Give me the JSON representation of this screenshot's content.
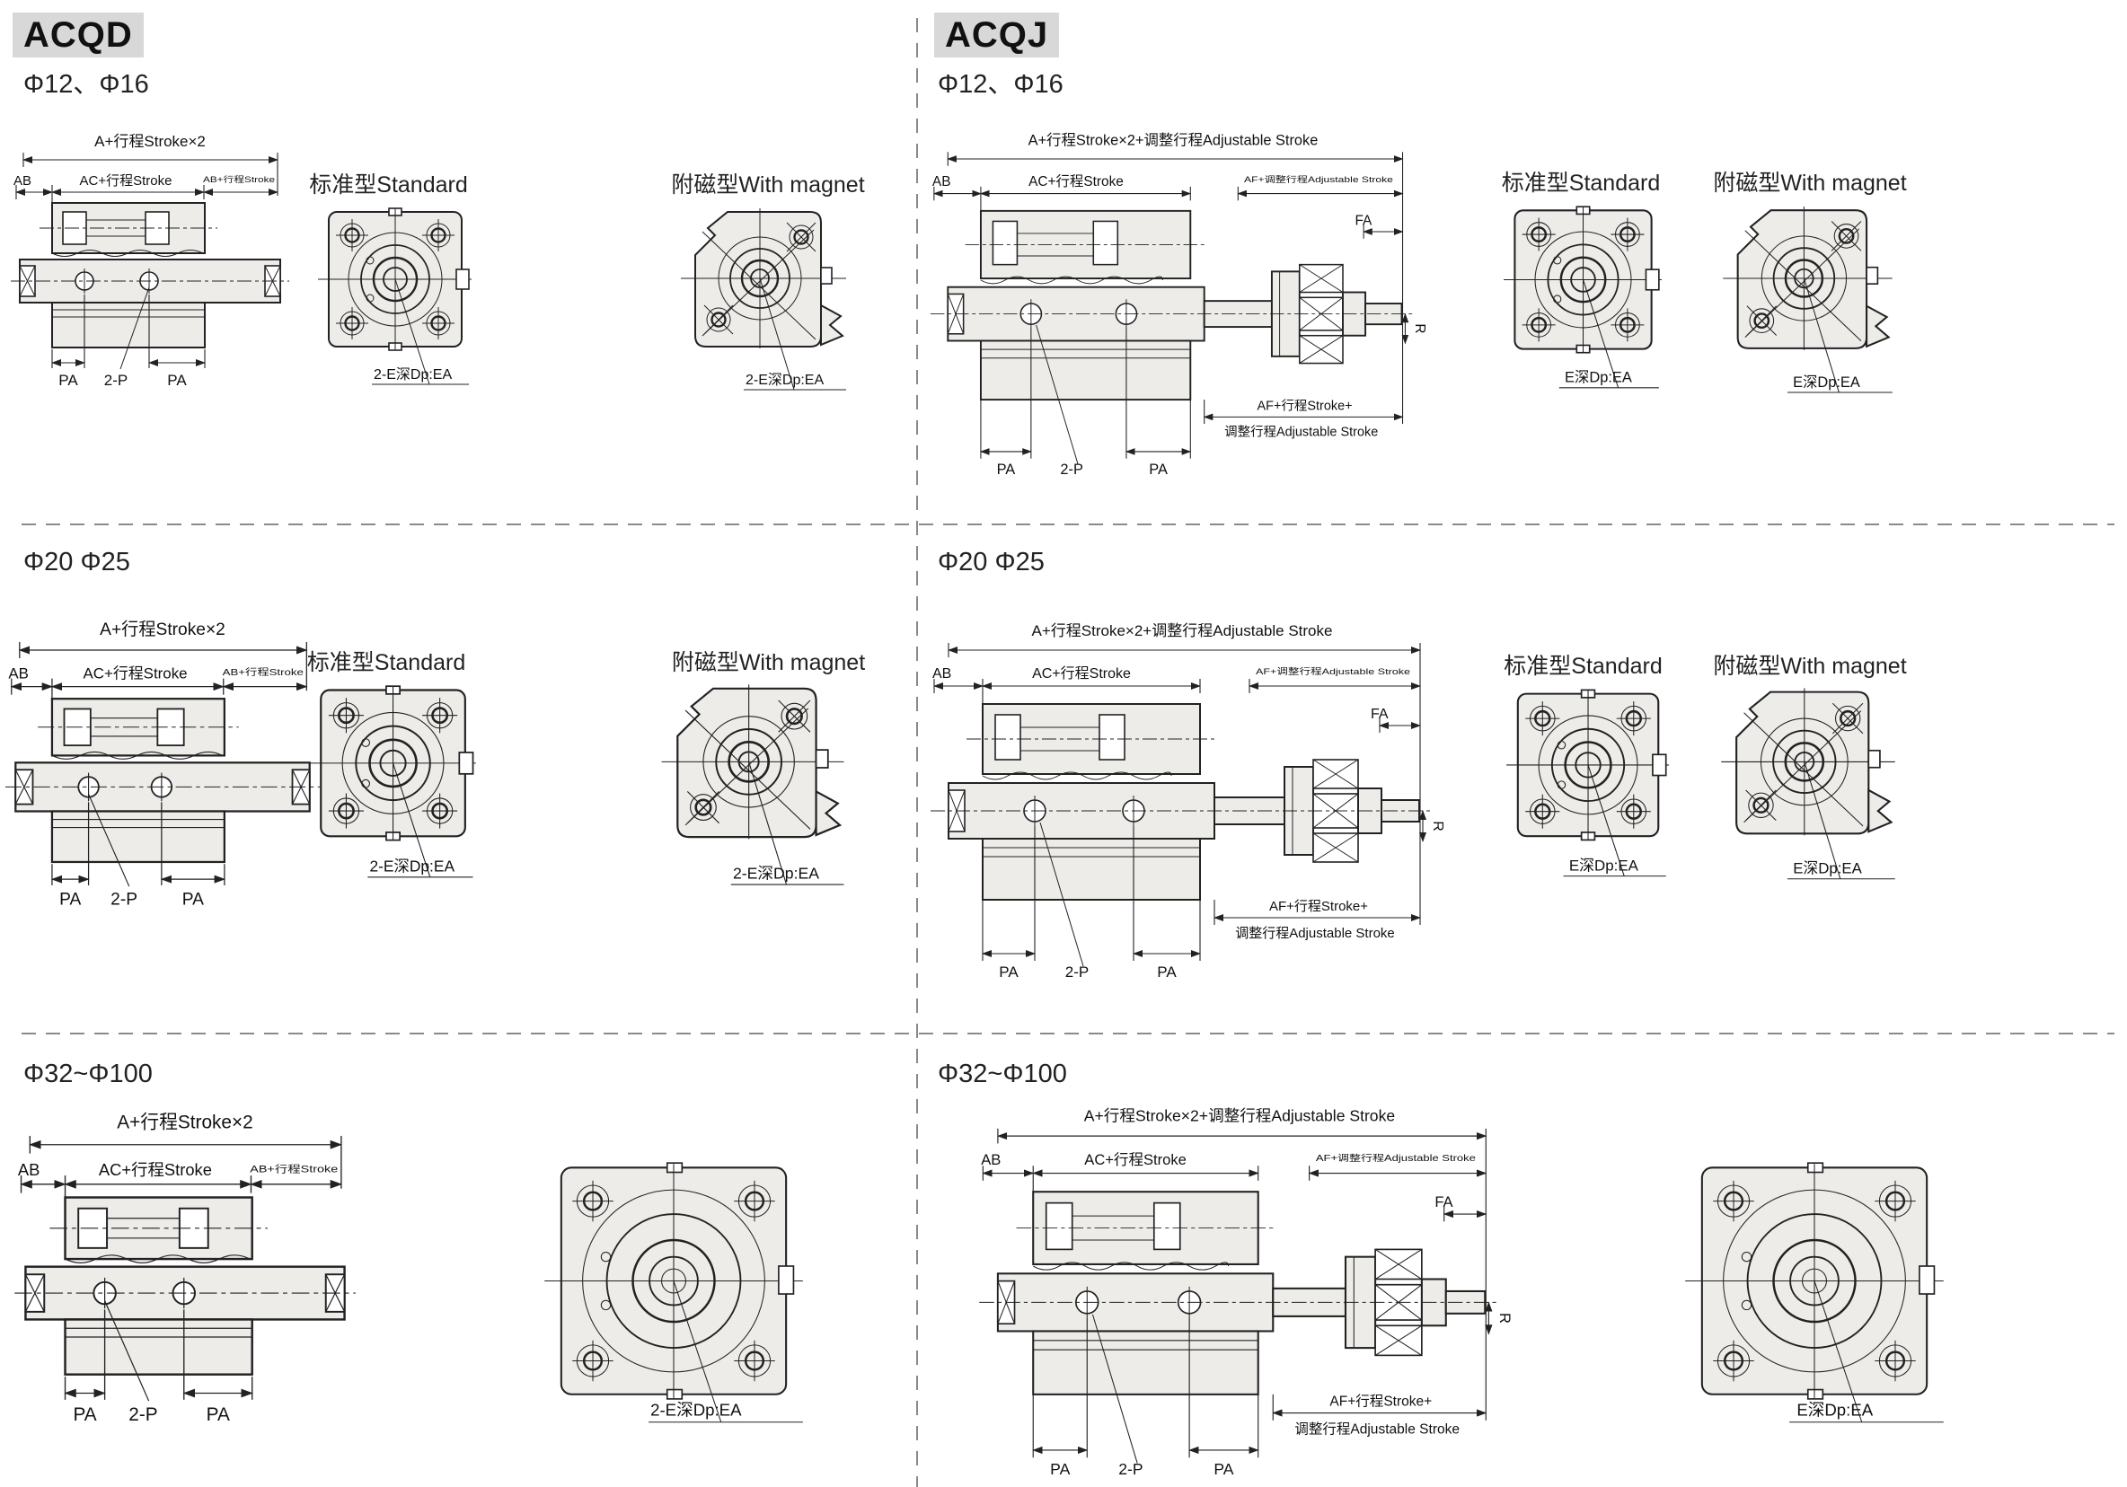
{
  "page": {
    "bg": "#ffffff",
    "ink": "#222222",
    "body_fill": "#edece9",
    "header_bg": "#d8d8d8",
    "divider_color": "#8a8a8a"
  },
  "acqd": {
    "title": "ACQD",
    "rows": [
      {
        "size": "Φ12、Φ16",
        "dim_total": "A+行程Stroke×2",
        "dim_ab": "AB",
        "dim_ac": "AC+行程Stroke",
        "dim_ab_stroke": "AB+行程Stroke",
        "pa1": "PA",
        "p2": "2-P",
        "pa2": "PA",
        "std_title": "标准型Standard",
        "mag_title": "附磁型With magnet",
        "std_hole": "2-E深Dp:EA",
        "mag_hole": "2-E深Dp:EA"
      },
      {
        "size": "Φ20 Φ25",
        "dim_total": "A+行程Stroke×2",
        "dim_ab": "AB",
        "dim_ac": "AC+行程Stroke",
        "dim_ab_stroke": "AB+行程Stroke",
        "pa1": "PA",
        "p2": "2-P",
        "pa2": "PA",
        "std_title": "标准型Standard",
        "mag_title": "附磁型With magnet",
        "std_hole": "2-E深Dp:EA",
        "mag_hole": "2-E深Dp:EA"
      },
      {
        "size": "Φ32~Φ100",
        "dim_total": "A+行程Stroke×2",
        "dim_ab": "AB",
        "dim_ac": "AC+行程Stroke",
        "dim_ab_stroke": "AB+行程Stroke",
        "pa1": "PA",
        "p2": "2-P",
        "pa2": "PA",
        "hole": "2-E深Dp:EA"
      }
    ]
  },
  "acqj": {
    "title": "ACQJ",
    "rows": [
      {
        "size": "Φ12、Φ16",
        "dim_total": "A+行程Stroke×2+调整行程Adjustable Stroke",
        "dim_ab": "AB",
        "dim_ac": "AC+行程Stroke",
        "dim_af_adj": "AF+调整行程Adjustable Stroke",
        "dim_fa": "FA",
        "dim_r": "R",
        "af_line1": "AF+行程Stroke+",
        "af_line2": "调整行程Adjustable Stroke",
        "pa1": "PA",
        "p2": "2-P",
        "pa2": "PA",
        "std_title": "标准型Standard",
        "mag_title": "附磁型With magnet",
        "std_hole": "E深Dp:EA",
        "mag_hole": "E深Dp:EA"
      },
      {
        "size": "Φ20 Φ25",
        "dim_total": "A+行程Stroke×2+调整行程Adjustable Stroke",
        "dim_ab": "AB",
        "dim_ac": "AC+行程Stroke",
        "dim_af_adj": "AF+调整行程Adjustable Stroke",
        "dim_fa": "FA",
        "dim_r": "R",
        "af_line1": "AF+行程Stroke+",
        "af_line2": "调整行程Adjustable Stroke",
        "pa1": "PA",
        "p2": "2-P",
        "pa2": "PA",
        "std_title": "标准型Standard",
        "mag_title": "附磁型With magnet",
        "std_hole": "E深Dp:EA",
        "mag_hole": "E深Dp:EA"
      },
      {
        "size": "Φ32~Φ100",
        "dim_total": "A+行程Stroke×2+调整行程Adjustable Stroke",
        "dim_ab": "AB",
        "dim_ac": "AC+行程Stroke",
        "dim_af_adj": "AF+调整行程Adjustable Stroke",
        "dim_fa": "FA",
        "dim_r": "R",
        "af_line1": "AF+行程Stroke+",
        "af_line2": "调整行程Adjustable Stroke",
        "pa1": "PA",
        "p2": "2-P",
        "pa2": "PA",
        "hole": "E深Dp:EA"
      }
    ]
  }
}
